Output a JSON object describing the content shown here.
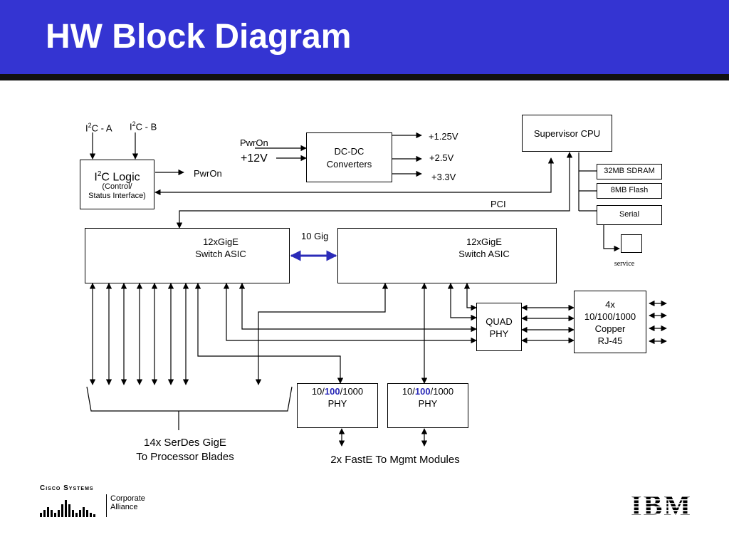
{
  "title": "HW Block Diagram",
  "colors": {
    "header": "#3434d2",
    "link": "#2b2bb8"
  },
  "i2c": {
    "a_prefix": "I",
    "a_sup": "2",
    "a_suffix": "C - A",
    "b_prefix": "I",
    "b_sup": "2",
    "b_suffix": "C - B"
  },
  "i2c_logic": {
    "title_prefix": "I",
    "title_sup": "2",
    "title_suffix": "C Logic",
    "line1": "(Control/",
    "line2": "Status Interface)"
  },
  "dcdc": {
    "line1": "DC-DC",
    "line2": "Converters",
    "pwron": "PwrOn",
    "input": "+12V",
    "out1": "+1.25V",
    "out2": "+2.5V",
    "out3": "+3.3V"
  },
  "pwron_label": "PwrOn",
  "supervisor": {
    "label": "Supervisor CPU",
    "sdram": "32MB SDRAM",
    "flash": "8MB Flash",
    "serial": "Serial",
    "service": "service"
  },
  "pci_label": "PCI",
  "asic_left": {
    "line1": "12xGigE",
    "line2": "Switch ASIC"
  },
  "asic_right": {
    "line1": "12xGigE",
    "line2": "Switch ASIC"
  },
  "link_label": "10 Gig",
  "quad_phy": {
    "line1": "QUAD",
    "line2": "PHY"
  },
  "copper": {
    "line1": "4x",
    "line2": "10/100/1000",
    "line3": "Copper",
    "line4": "RJ-45"
  },
  "phy1": {
    "pre": "10/",
    "mid": "100",
    "post": "/1000",
    "line2": "PHY"
  },
  "phy2": {
    "pre": "10/",
    "mid": "100",
    "post": "/1000",
    "line2": "PHY"
  },
  "serdes": {
    "line1": "14x SerDes GigE",
    "line2": "To Processor Blades"
  },
  "faste": "2x FastE To Mgmt Modules",
  "footer": {
    "cisco": "Cisco Systems",
    "alliance1": "Corporate",
    "alliance2": "Alliance",
    "ibm": "IBM"
  }
}
